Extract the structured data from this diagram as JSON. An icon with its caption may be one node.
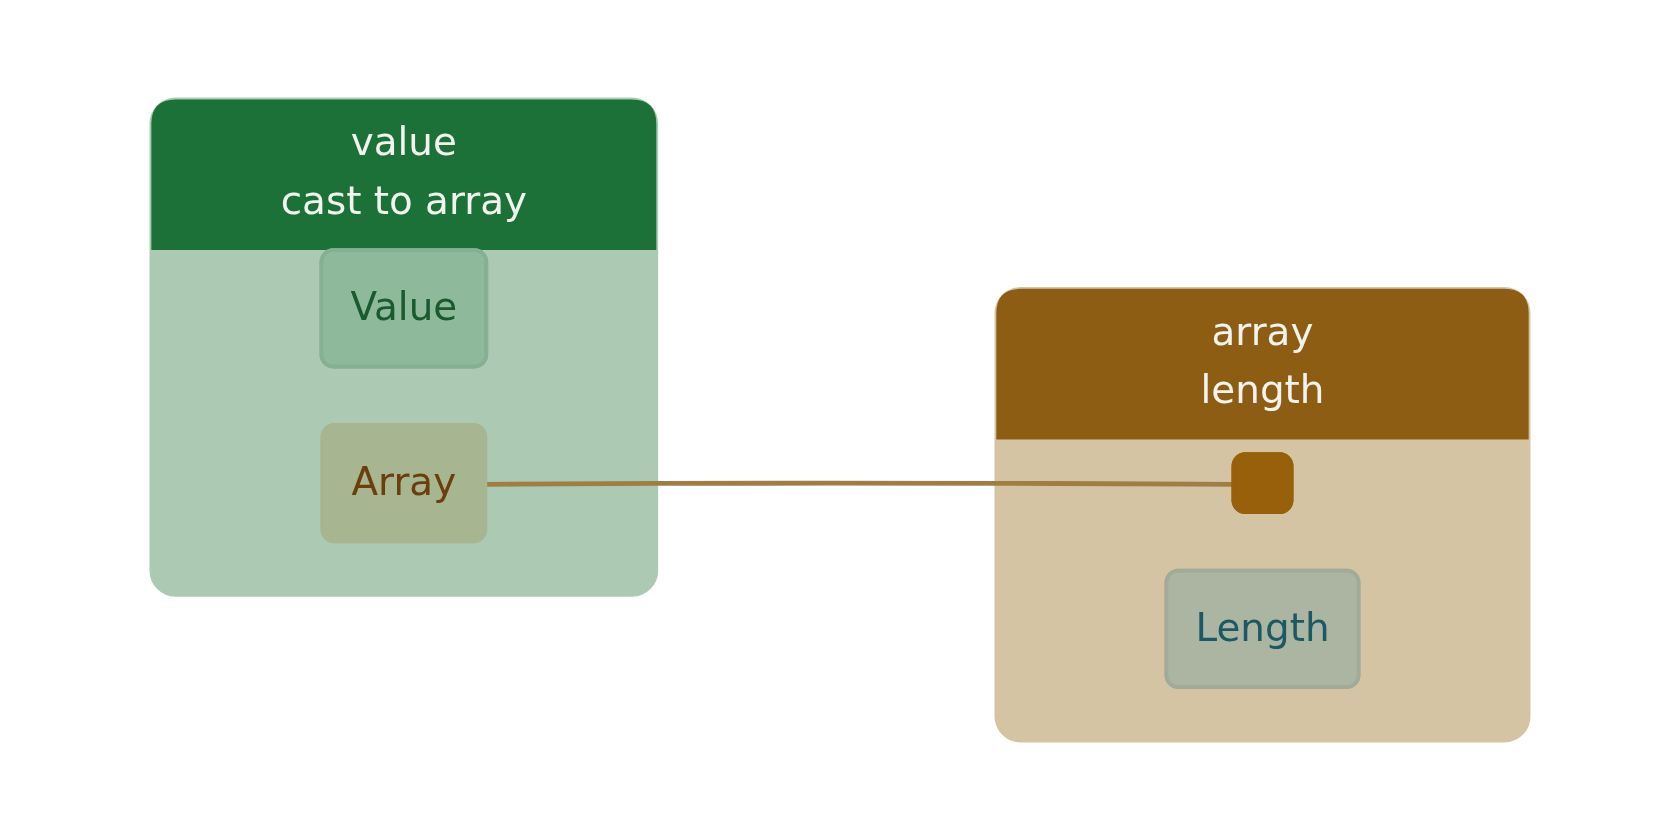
{
  "diagram": {
    "nodes": [
      {
        "text": [
          "value",
          "cast to array"
        ]
      },
      {
        "text": [
          "Value"
        ],
        "in": 0
      },
      {
        "text": [
          "Array"
        ],
        "in": 0
      },
      {
        "text": [
          "array",
          "length"
        ]
      },
      {
        "text": [],
        "shape": "box",
        "in": 3
      },
      {
        "text": [
          "Length"
        ],
        "in": 3
      }
    ],
    "edges": [
      {
        "from": 2,
        "to": 4,
        "arrow": "none"
      }
    ]
  }
}
